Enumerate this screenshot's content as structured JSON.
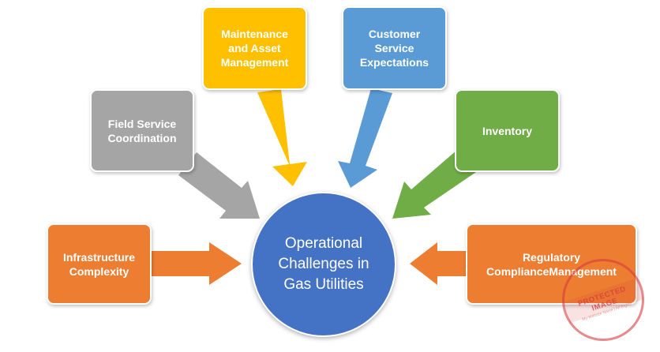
{
  "colors": {
    "orange": "#ED7D31",
    "gray": "#A5A5A5",
    "yellow": "#FFC000",
    "blue_light": "#5B9BD5",
    "green": "#70AD47",
    "blue_center": "#4472C4",
    "watermark_red": "#D63C3C"
  },
  "center": {
    "label": "Operational Challenges in Gas Utilities"
  },
  "nodes": [
    {
      "label": "Infrastructure Complexity",
      "color": "orange"
    },
    {
      "label": "Field Service Coordination",
      "color": "gray"
    },
    {
      "label": "Maintenance and Asset Management",
      "color": "yellow"
    },
    {
      "label": "Customer Service Expectations",
      "color": "blue_light"
    },
    {
      "label": "Inventory",
      "color": "green"
    },
    {
      "label": "Regulatory ComplianceManagement",
      "color": "orange"
    }
  ],
  "watermark": {
    "text": "PROTECTED IMAGE",
    "small_text": "My Website Name | All Rights"
  }
}
